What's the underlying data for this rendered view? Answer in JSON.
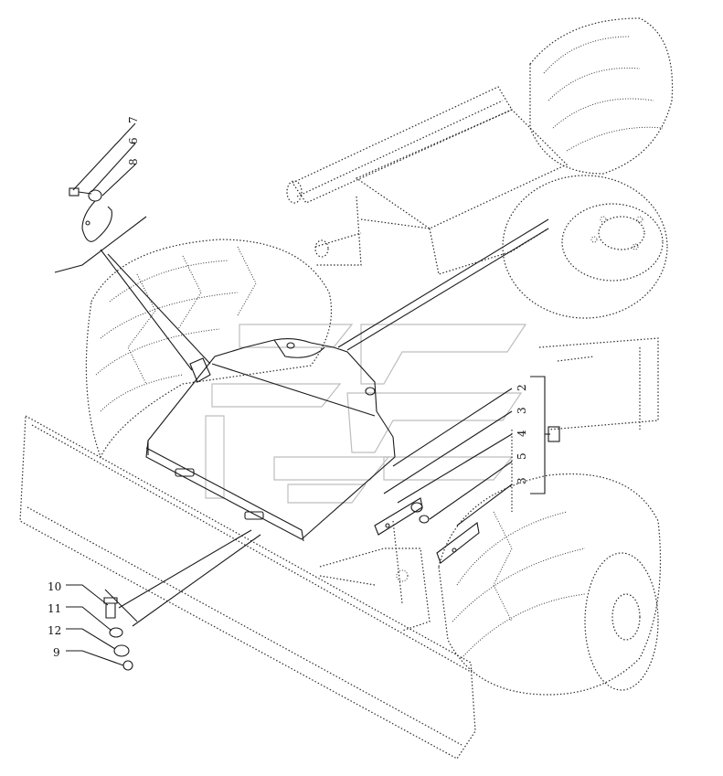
{
  "callouts": [
    {
      "id": "c7",
      "label": "7"
    },
    {
      "id": "c6",
      "label": "6"
    },
    {
      "id": "c8",
      "label": "8"
    },
    {
      "id": "c2",
      "label": "2"
    },
    {
      "id": "c3a",
      "label": "3"
    },
    {
      "id": "c4",
      "label": "4"
    },
    {
      "id": "c5",
      "label": "5"
    },
    {
      "id": "c3b",
      "label": "3"
    },
    {
      "id": "c10",
      "label": "10"
    },
    {
      "id": "c11",
      "label": "11"
    },
    {
      "id": "c12",
      "label": "12"
    },
    {
      "id": "c9",
      "label": "9"
    }
  ],
  "watermark": "logo-watermark"
}
